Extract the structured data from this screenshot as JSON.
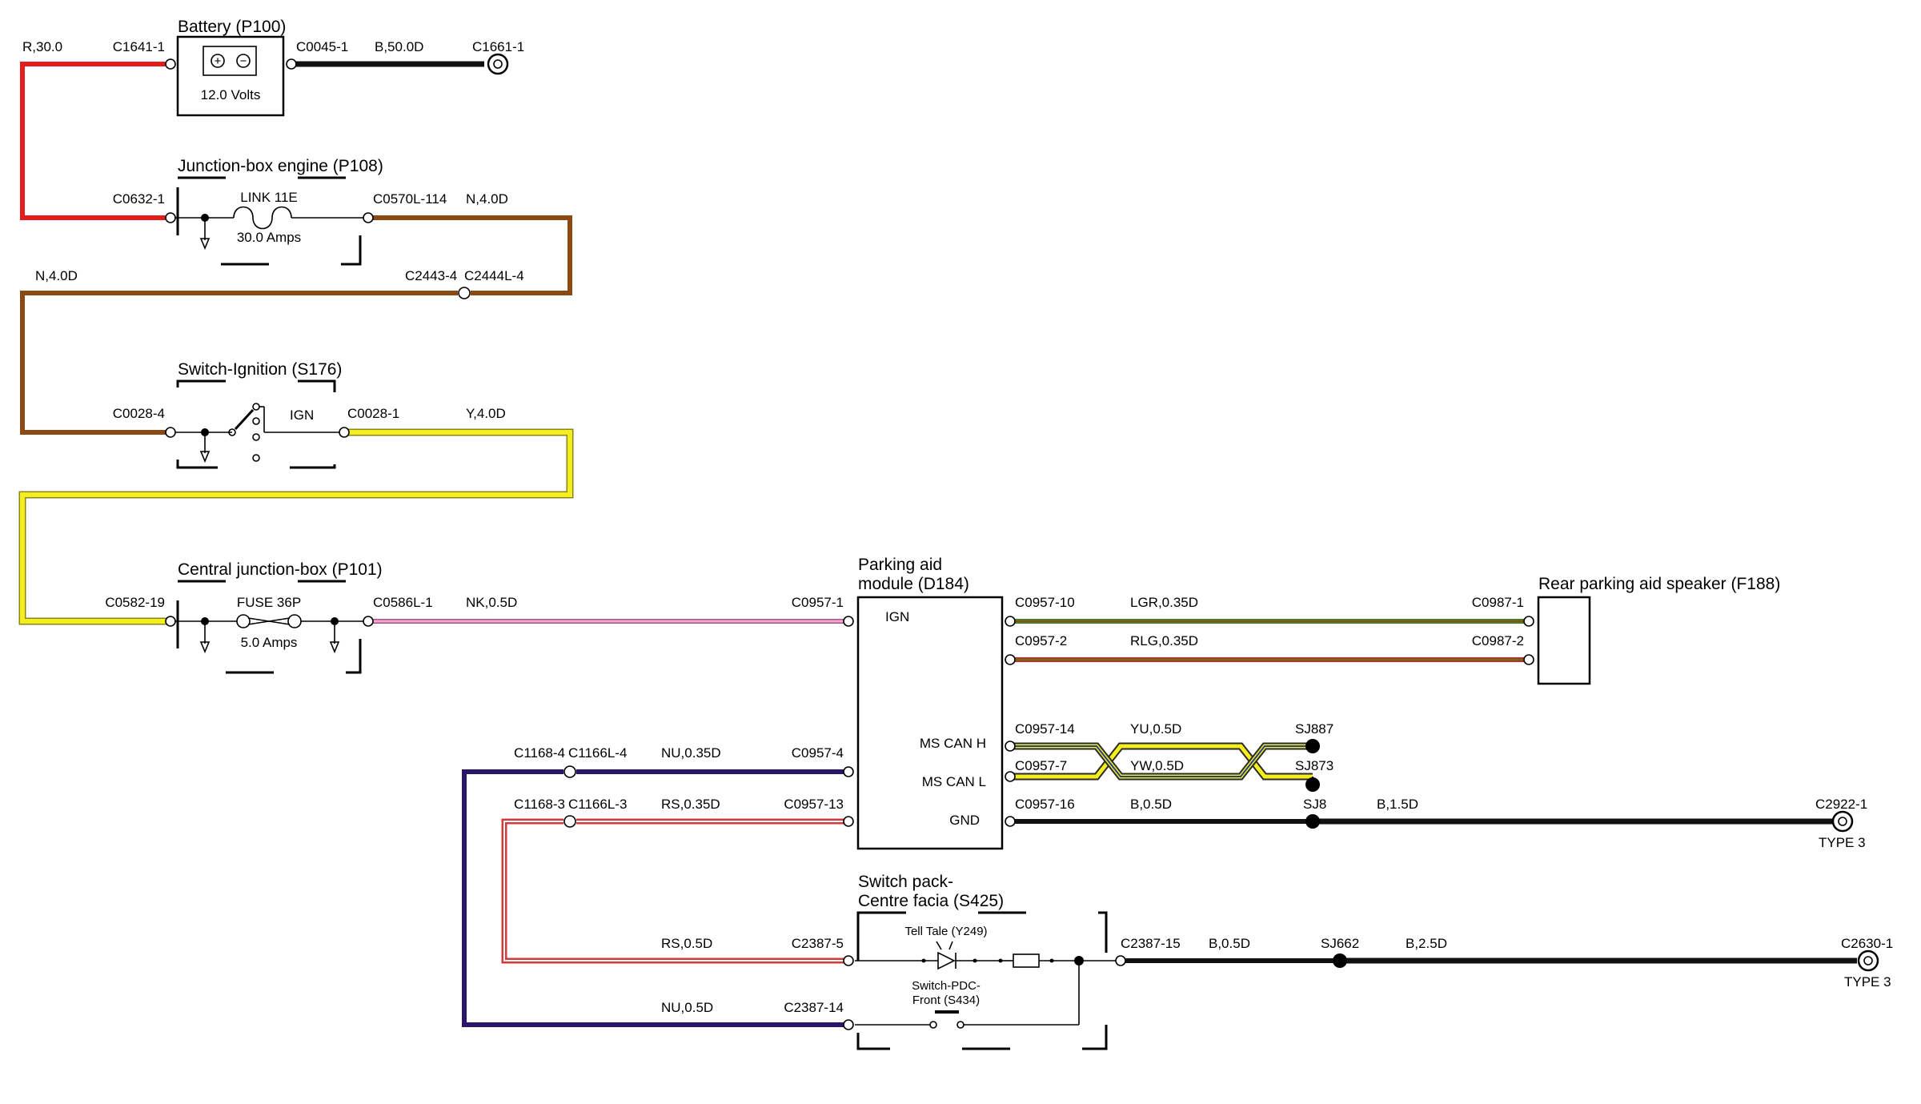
{
  "components": {
    "battery": {
      "title": "Battery (P100)",
      "voltage": "12.0 Volts",
      "plus": "+",
      "minus": "−"
    },
    "junction_engine": {
      "title": "Junction-box engine (P108)",
      "link": "LINK 11E",
      "rating": "30.0 Amps"
    },
    "ignition": {
      "title": "Switch-Ignition (S176)",
      "position": "IGN"
    },
    "central_junction": {
      "title": "Central junction-box (P101)",
      "fuse": "FUSE 36P",
      "rating": "5.0 Amps"
    },
    "parking_module": {
      "title_line1": "Parking aid",
      "title_line2": "module (D184)",
      "pin_ign": "IGN",
      "pin_can_h": "MS CAN H",
      "pin_can_l": "MS CAN L",
      "pin_gnd": "GND"
    },
    "speaker": {
      "title": "Rear parking aid speaker (F188)"
    },
    "switch_pack": {
      "title_line1": "Switch pack-",
      "title_line2": "Centre facia (S425)",
      "tell_tale": "Tell Tale (Y249)",
      "pdc_line1": "Switch-PDC-",
      "pdc_line2": "Front (S434)"
    }
  },
  "connectors": {
    "c1641": "C1641-1",
    "c0045": "C0045-1",
    "c1661": "C1661-1",
    "c0632": "C0632-1",
    "c0570l": "C0570L-114",
    "c2443": "C2443-4",
    "c2444l": "C2444L-4",
    "c0028_4": "C0028-4",
    "c0028_1": "C0028-1",
    "c0582": "C0582-19",
    "c0586l": "C0586L-1",
    "c0957_1": "C0957-1",
    "c0957_10": "C0957-10",
    "c0957_2": "C0957-2",
    "c0987_1": "C0987-1",
    "c0987_2": "C0987-2",
    "c0957_14": "C0957-14",
    "c0957_7": "C0957-7",
    "c0957_16": "C0957-16",
    "c0957_4": "C0957-4",
    "c0957_13": "C0957-13",
    "c1168_4": "C1168-4",
    "c1166l_4": "C1166L-4",
    "c1168_3": "C1168-3",
    "c1166l_3": "C1166L-3",
    "c2387_5": "C2387-5",
    "c2387_14": "C2387-14",
    "c2387_15": "C2387-15",
    "c2922": "C2922-1",
    "c2630": "C2630-1",
    "type3_a": "TYPE 3",
    "type3_b": "TYPE 3"
  },
  "splices": {
    "sj887": "SJ887",
    "sj873": "SJ873",
    "sj8": "SJ8",
    "sj662": "SJ662"
  },
  "wires": {
    "r30": "R,30.0",
    "b50": "B,50.0D",
    "n4_top": "N,4.0D",
    "n4_left": "N,4.0D",
    "y4": "Y,4.0D",
    "nk05": "NK,0.5D",
    "lgr035": "LGR,0.35D",
    "rlg035": "RLG,0.35D",
    "yu05": "YU,0.5D",
    "yw05": "YW,0.5D",
    "b05_gnd": "B,0.5D",
    "b15": "B,1.5D",
    "nu035": "NU,0.35D",
    "rs035": "RS,0.35D",
    "rs05": "RS,0.5D",
    "nu05": "NU,0.5D",
    "b05_sw": "B,0.5D",
    "b25": "B,2.5D"
  },
  "colors": {
    "red": "#e41e1e",
    "black": "#111111",
    "brown": "#8b4a14",
    "yellow": "#f4ee1e",
    "pink": "#e890c8",
    "navy": "#2a1668",
    "green": "#2e8b1f",
    "blue": "#1f3f9f",
    "rs_red": "#d43a3a",
    "rs_white": "#ffffff"
  }
}
